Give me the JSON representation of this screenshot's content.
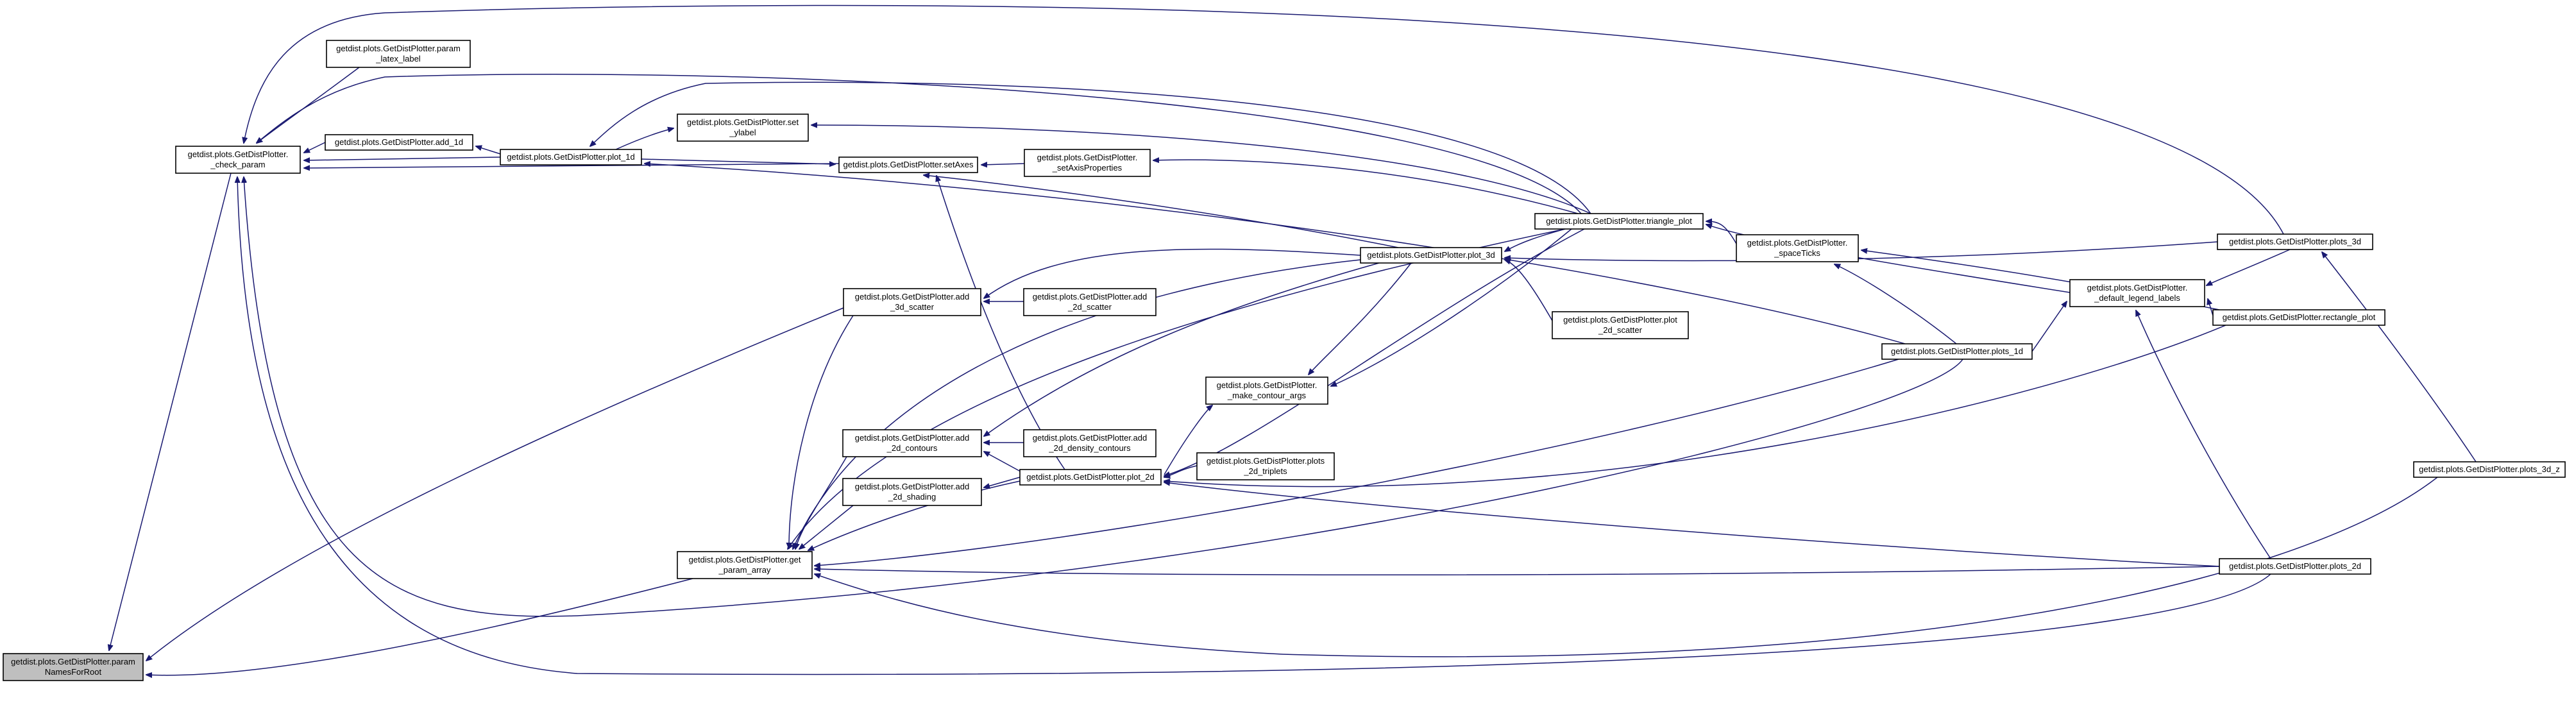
{
  "nodes": [
    {
      "id": "paramNamesForRoot",
      "lines": [
        "getdist.plots.GetDistPlotter.param",
        "NamesForRoot"
      ],
      "root": true
    },
    {
      "id": "check_param",
      "lines": [
        "getdist.plots.GetDistPlotter.",
        "_check_param"
      ]
    },
    {
      "id": "param_latex_label",
      "lines": [
        "getdist.plots.GetDistPlotter.param",
        "_latex_label"
      ]
    },
    {
      "id": "add_1d",
      "lines": [
        "getdist.plots.GetDistPlotter.add_1d"
      ]
    },
    {
      "id": "plot_1d",
      "lines": [
        "getdist.plots.GetDistPlotter.plot_1d"
      ]
    },
    {
      "id": "set_ylabel",
      "lines": [
        "getdist.plots.GetDistPlotter.set",
        "_ylabel"
      ]
    },
    {
      "id": "setAxes",
      "lines": [
        "getdist.plots.GetDistPlotter.setAxes"
      ]
    },
    {
      "id": "setAxisProperties",
      "lines": [
        "getdist.plots.GetDistPlotter.",
        "_setAxisProperties"
      ]
    },
    {
      "id": "triangle_plot",
      "lines": [
        "getdist.plots.GetDistPlotter.triangle_plot"
      ]
    },
    {
      "id": "spaceTicks",
      "lines": [
        "getdist.plots.GetDistPlotter.",
        "_spaceTicks"
      ]
    },
    {
      "id": "plots_3d",
      "lines": [
        "getdist.plots.GetDistPlotter.plots_3d"
      ]
    },
    {
      "id": "add_3d_scatter",
      "lines": [
        "getdist.plots.GetDistPlotter.add",
        "_3d_scatter"
      ]
    },
    {
      "id": "add_2d_scatter",
      "lines": [
        "getdist.plots.GetDistPlotter.add",
        "_2d_scatter"
      ]
    },
    {
      "id": "plot_3d",
      "lines": [
        "getdist.plots.GetDistPlotter.plot_3d"
      ]
    },
    {
      "id": "plot_2d_scatter",
      "lines": [
        "getdist.plots.GetDistPlotter.plot",
        "_2d_scatter"
      ]
    },
    {
      "id": "rectangle_plot",
      "lines": [
        "getdist.plots.GetDistPlotter.rectangle_plot"
      ]
    },
    {
      "id": "default_legend_labels",
      "lines": [
        "getdist.plots.GetDistPlotter.",
        "_default_legend_labels"
      ]
    },
    {
      "id": "plots_1d",
      "lines": [
        "getdist.plots.GetDistPlotter.plots_1d"
      ]
    },
    {
      "id": "make_contour_args",
      "lines": [
        "getdist.plots.GetDistPlotter.",
        "_make_contour_args"
      ]
    },
    {
      "id": "add_2d_contours",
      "lines": [
        "getdist.plots.GetDistPlotter.add",
        "_2d_contours"
      ]
    },
    {
      "id": "add_2d_density_contours",
      "lines": [
        "getdist.plots.GetDistPlotter.add",
        "_2d_density_contours"
      ]
    },
    {
      "id": "plots_2d_triplets",
      "lines": [
        "getdist.plots.GetDistPlotter.plots",
        "_2d_triplets"
      ]
    },
    {
      "id": "add_2d_shading",
      "lines": [
        "getdist.plots.GetDistPlotter.add",
        "_2d_shading"
      ]
    },
    {
      "id": "plot_2d",
      "lines": [
        "getdist.plots.GetDistPlotter.plot_2d"
      ]
    },
    {
      "id": "plots_3d_z",
      "lines": [
        "getdist.plots.GetDistPlotter.plots_3d_z"
      ]
    },
    {
      "id": "get_param_array",
      "lines": [
        "getdist.plots.GetDistPlotter.get",
        "_param_array"
      ]
    },
    {
      "id": "plots_2d",
      "lines": [
        "getdist.plots.GetDistPlotter.plots_2d"
      ]
    }
  ],
  "edges": [
    {
      "from": "check_param",
      "to": "paramNamesForRoot"
    },
    {
      "from": "add_3d_scatter",
      "to": "paramNamesForRoot"
    },
    {
      "from": "get_param_array",
      "to": "paramNamesForRoot"
    },
    {
      "from": "param_latex_label",
      "to": "check_param"
    },
    {
      "from": "add_1d",
      "to": "check_param"
    },
    {
      "from": "plot_1d",
      "to": "check_param"
    },
    {
      "from": "setAxes",
      "to": "check_param"
    },
    {
      "from": "triangle_plot",
      "to": "check_param"
    },
    {
      "from": "plots_3d",
      "to": "check_param"
    },
    {
      "from": "plots_1d",
      "to": "check_param"
    },
    {
      "from": "plots_2d",
      "to": "check_param"
    },
    {
      "from": "plot_1d",
      "to": "add_1d"
    },
    {
      "from": "triangle_plot",
      "to": "plot_1d"
    },
    {
      "from": "plots_1d",
      "to": "plot_1d"
    },
    {
      "from": "plot_1d",
      "to": "set_ylabel"
    },
    {
      "from": "triangle_plot",
      "to": "set_ylabel"
    },
    {
      "from": "plot_1d",
      "to": "setAxes"
    },
    {
      "from": "plot_3d",
      "to": "setAxes"
    },
    {
      "from": "plot_2d",
      "to": "setAxes"
    },
    {
      "from": "setAxisProperties",
      "to": "setAxes"
    },
    {
      "from": "triangle_plot",
      "to": "setAxisProperties"
    },
    {
      "from": "spaceTicks",
      "to": "triangle_plot"
    },
    {
      "from": "default_legend_labels",
      "to": "triangle_plot"
    },
    {
      "from": "plots_1d",
      "to": "spaceTicks"
    },
    {
      "from": "rectangle_plot",
      "to": "spaceTicks"
    },
    {
      "from": "plots_1d",
      "to": "default_legend_labels"
    },
    {
      "from": "rectangle_plot",
      "to": "default_legend_labels"
    },
    {
      "from": "plots_2d",
      "to": "default_legend_labels"
    },
    {
      "from": "plots_3d",
      "to": "default_legend_labels"
    },
    {
      "from": "plots_3d_z",
      "to": "plots_3d"
    },
    {
      "from": "add_2d_scatter",
      "to": "add_3d_scatter"
    },
    {
      "from": "plot_3d",
      "to": "add_3d_scatter"
    },
    {
      "from": "plot_2d_scatter",
      "to": "plot_3d"
    },
    {
      "from": "triangle_plot",
      "to": "plot_3d"
    },
    {
      "from": "plots_3d",
      "to": "plot_3d"
    },
    {
      "from": "plot_3d",
      "to": "make_contour_args"
    },
    {
      "from": "triangle_plot",
      "to": "make_contour_args"
    },
    {
      "from": "plot_2d",
      "to": "make_contour_args"
    },
    {
      "from": "plot_3d",
      "to": "add_2d_contours"
    },
    {
      "from": "add_2d_density_contours",
      "to": "add_2d_contours"
    },
    {
      "from": "plot_2d",
      "to": "add_2d_contours"
    },
    {
      "from": "plot_2d",
      "to": "add_2d_shading"
    },
    {
      "from": "plots_2d_triplets",
      "to": "plot_2d"
    },
    {
      "from": "triangle_plot",
      "to": "plot_2d"
    },
    {
      "from": "rectangle_plot",
      "to": "plot_2d"
    },
    {
      "from": "plots_2d",
      "to": "plot_2d"
    },
    {
      "from": "add_3d_scatter",
      "to": "get_param_array"
    },
    {
      "from": "add_2d_contours",
      "to": "get_param_array"
    },
    {
      "from": "add_2d_shading",
      "to": "get_param_array"
    },
    {
      "from": "plot_2d",
      "to": "get_param_array"
    },
    {
      "from": "plot_3d",
      "to": "get_param_array"
    },
    {
      "from": "triangle_plot",
      "to": "get_param_array"
    },
    {
      "from": "plots_1d",
      "to": "get_param_array"
    },
    {
      "from": "plots_2d",
      "to": "get_param_array"
    },
    {
      "from": "plots_3d_z",
      "to": "get_param_array"
    }
  ]
}
